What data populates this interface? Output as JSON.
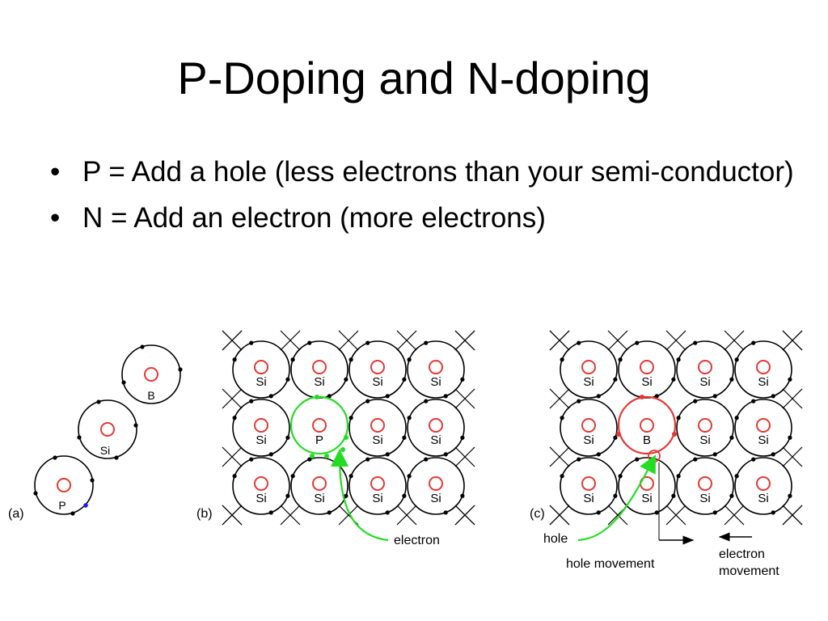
{
  "slide": {
    "title": "P-Doping and N-doping",
    "bullets": [
      {
        "bullet_char": "•",
        "text": "P = Add a hole (less electrons than your semi-conductor)"
      },
      {
        "bullet_char": "•",
        "text": "N = Add an electron (more electrons)"
      }
    ]
  },
  "figure": {
    "panel_a": {
      "tag": "(a)",
      "atoms": [
        "B",
        "Si",
        "P"
      ]
    },
    "panel_b": {
      "tag": "(b)",
      "grid": [
        [
          "Si",
          "Si",
          "Si",
          "Si"
        ],
        [
          "Si",
          "P",
          "Si",
          "Si"
        ],
        [
          "Si",
          "Si",
          "Si",
          "Si"
        ]
      ],
      "electron_label": "electron"
    },
    "panel_c": {
      "tag": "(c)",
      "grid": [
        [
          "Si",
          "Si",
          "Si",
          "Si"
        ],
        [
          "Si",
          "B",
          "Si",
          "Si"
        ],
        [
          "Si",
          "Si",
          "Si",
          "Si"
        ]
      ],
      "hole_label": "hole",
      "hole_movement_label": "hole movement",
      "electron_movement_label_line1": "electron",
      "electron_movement_label_line2": "movement"
    },
    "colors": {
      "nucleus": "#e53935",
      "electron_path": "#22dd22",
      "hole_ring": "#e53935",
      "extra_electron": "#1a1aff",
      "line": "#000000"
    }
  }
}
